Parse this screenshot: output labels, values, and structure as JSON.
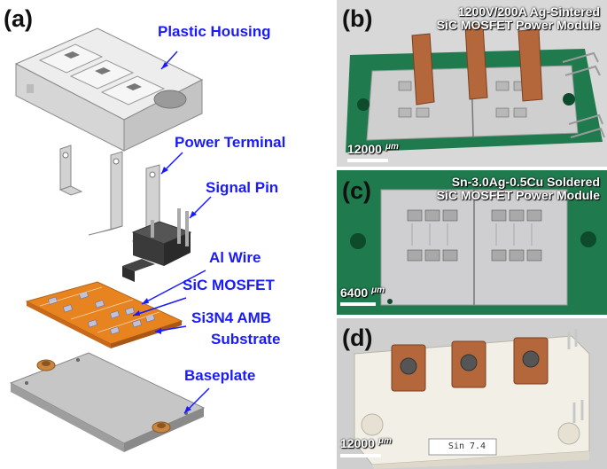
{
  "panel_a": {
    "letter": "(a)",
    "callouts": {
      "housing": "Plastic Housing",
      "terminal": "Power Terminal",
      "signal": "Signal Pin",
      "wire": "Al Wire",
      "mosfet": "SiC MOSFET",
      "substrate_1": "Si3N4 AMB",
      "substrate_2": "Substrate",
      "baseplate": "Baseplate"
    }
  },
  "panel_b": {
    "letter": "(b)",
    "title_1": "1200V/200A Ag-Sintered",
    "title_2": "SiC MOSFET Power Module",
    "scale_value": "12000",
    "scale_unit": "μm"
  },
  "panel_c": {
    "letter": "(c)",
    "title_1": "Sn-3.0Ag-0.5Cu Soldered",
    "title_2": "SiC MOSFET Power Module",
    "scale_value": "6400",
    "scale_unit": "μm"
  },
  "panel_d": {
    "letter": "(d)",
    "scale_value": "12000",
    "scale_unit": "μm",
    "label_text": "Sin 7.4"
  },
  "colors": {
    "callout": "#1a1aff",
    "pcb_green": "#1f7a4e",
    "copper": "#b5673c",
    "substrate_orange": "#e8841f"
  }
}
